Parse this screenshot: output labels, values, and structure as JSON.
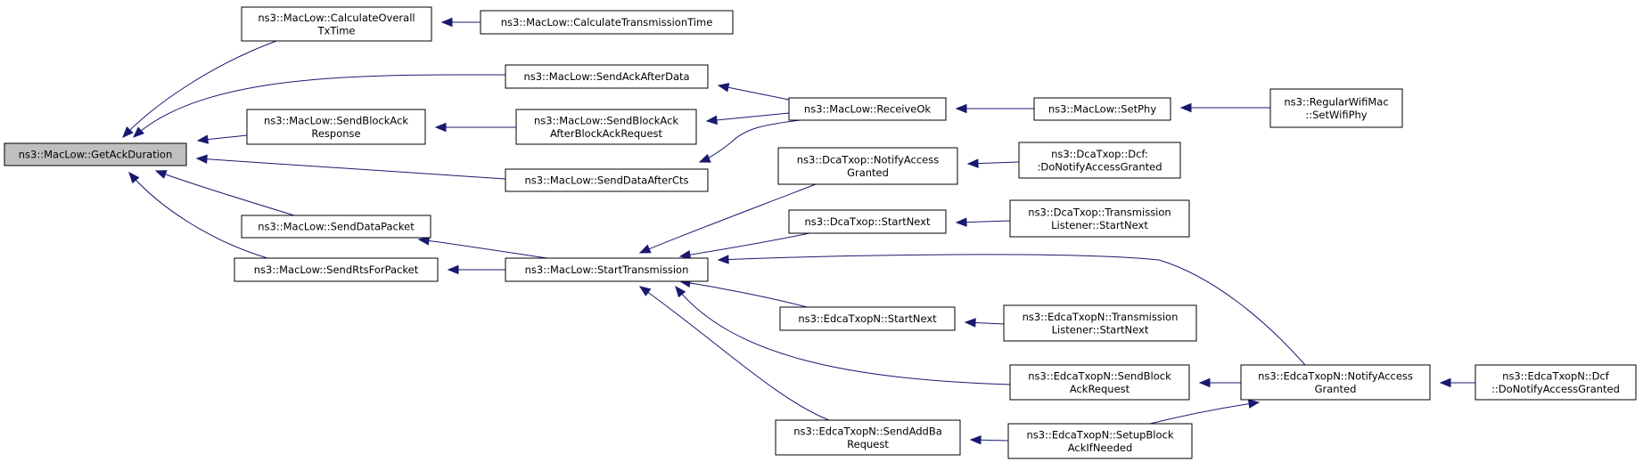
{
  "colors": {
    "edge": "#191970",
    "root_fill": "#bfbfbf",
    "node_fill": "#ffffff",
    "border": "#000000"
  },
  "nodes": [
    {
      "id": "getack",
      "lines": [
        "ns3::MacLow::GetAckDuration"
      ],
      "root": true
    },
    {
      "id": "calcoverall",
      "lines": [
        "ns3::MacLow::CalculateOverall",
        "TxTime"
      ]
    },
    {
      "id": "calctx",
      "lines": [
        "ns3::MacLow::CalculateTransmissionTime"
      ]
    },
    {
      "id": "sendackafter",
      "lines": [
        "ns3::MacLow::SendAckAfterData"
      ]
    },
    {
      "id": "sendblockackresp",
      "lines": [
        "ns3::MacLow::SendBlockAck",
        "Response"
      ]
    },
    {
      "id": "sendblockackafter",
      "lines": [
        "ns3::MacLow::SendBlockAck",
        "AfterBlockAckRequest"
      ]
    },
    {
      "id": "receiveok",
      "lines": [
        "ns3::MacLow::ReceiveOk"
      ]
    },
    {
      "id": "setphy",
      "lines": [
        "ns3::MacLow::SetPhy"
      ]
    },
    {
      "id": "regwifi",
      "lines": [
        "ns3::RegularWifiMac",
        "::SetWifiPhy"
      ]
    },
    {
      "id": "senddataaftercts",
      "lines": [
        "ns3::MacLow::SendDataAfterCts"
      ]
    },
    {
      "id": "dcanotify",
      "lines": [
        "ns3::DcaTxop::NotifyAccess",
        "Granted"
      ]
    },
    {
      "id": "dcadcf",
      "lines": [
        "ns3::DcaTxop::Dcf:",
        ":DoNotifyAccessGranted"
      ]
    },
    {
      "id": "senddatapacket",
      "lines": [
        "ns3::MacLow::SendDataPacket"
      ]
    },
    {
      "id": "dcastartnext",
      "lines": [
        "ns3::DcaTxop::StartNext"
      ]
    },
    {
      "id": "dcatxlistener",
      "lines": [
        "ns3::DcaTxop::Transmission",
        "Listener::StartNext"
      ]
    },
    {
      "id": "sendrts",
      "lines": [
        "ns3::MacLow::SendRtsForPacket"
      ]
    },
    {
      "id": "starttx",
      "lines": [
        "ns3::MacLow::StartTransmission"
      ]
    },
    {
      "id": "edcastartnext",
      "lines": [
        "ns3::EdcaTxopN::StartNext"
      ]
    },
    {
      "id": "edcatxlistener",
      "lines": [
        "ns3::EdcaTxopN::Transmission",
        "Listener::StartNext"
      ]
    },
    {
      "id": "sendblockackreq",
      "lines": [
        "ns3::EdcaTxopN::SendBlock",
        "AckRequest"
      ]
    },
    {
      "id": "edcanotify",
      "lines": [
        "ns3::EdcaTxopN::NotifyAccess",
        "Granted"
      ]
    },
    {
      "id": "edcadcf",
      "lines": [
        "ns3::EdcaTxopN::Dcf",
        "::DoNotifyAccessGranted"
      ]
    },
    {
      "id": "sendaddba",
      "lines": [
        "ns3::EdcaTxopN::SendAddBa",
        "Request"
      ]
    },
    {
      "id": "setupblockack",
      "lines": [
        "ns3::EdcaTxopN::SetupBlock",
        "AckIfNeeded"
      ]
    }
  ],
  "edges": [
    {
      "from": "calcoverall",
      "to": "getack"
    },
    {
      "from": "sendackafter",
      "to": "getack"
    },
    {
      "from": "sendblockackresp",
      "to": "getack"
    },
    {
      "from": "senddataaftercts",
      "to": "getack"
    },
    {
      "from": "senddatapacket",
      "to": "getack"
    },
    {
      "from": "sendrts",
      "to": "getack"
    },
    {
      "from": "calctx",
      "to": "calcoverall"
    },
    {
      "from": "receiveok",
      "to": "sendackafter"
    },
    {
      "from": "sendblockackafter",
      "to": "sendblockackresp"
    },
    {
      "from": "receiveok",
      "to": "sendblockackafter"
    },
    {
      "from": "setphy",
      "to": "receiveok"
    },
    {
      "from": "regwifi",
      "to": "setphy"
    },
    {
      "from": "receiveok",
      "to": "senddataaftercts"
    },
    {
      "from": "starttx",
      "to": "senddatapacket"
    },
    {
      "from": "starttx",
      "to": "sendrts"
    },
    {
      "from": "dcanotify",
      "to": "starttx"
    },
    {
      "from": "dcastartnext",
      "to": "starttx"
    },
    {
      "from": "edcanotify",
      "to": "starttx"
    },
    {
      "from": "edcastartnext",
      "to": "starttx"
    },
    {
      "from": "sendblockackreq",
      "to": "starttx"
    },
    {
      "from": "sendaddba",
      "to": "starttx"
    },
    {
      "from": "dcadcf",
      "to": "dcanotify"
    },
    {
      "from": "dcatxlistener",
      "to": "dcastartnext"
    },
    {
      "from": "edcatxlistener",
      "to": "edcastartnext"
    },
    {
      "from": "edcanotify",
      "to": "sendblockackreq"
    },
    {
      "from": "edcadcf",
      "to": "edcanotify"
    },
    {
      "from": "setupblockack",
      "to": "sendaddba"
    },
    {
      "from": "setupblockack",
      "to": "edcanotify"
    }
  ]
}
